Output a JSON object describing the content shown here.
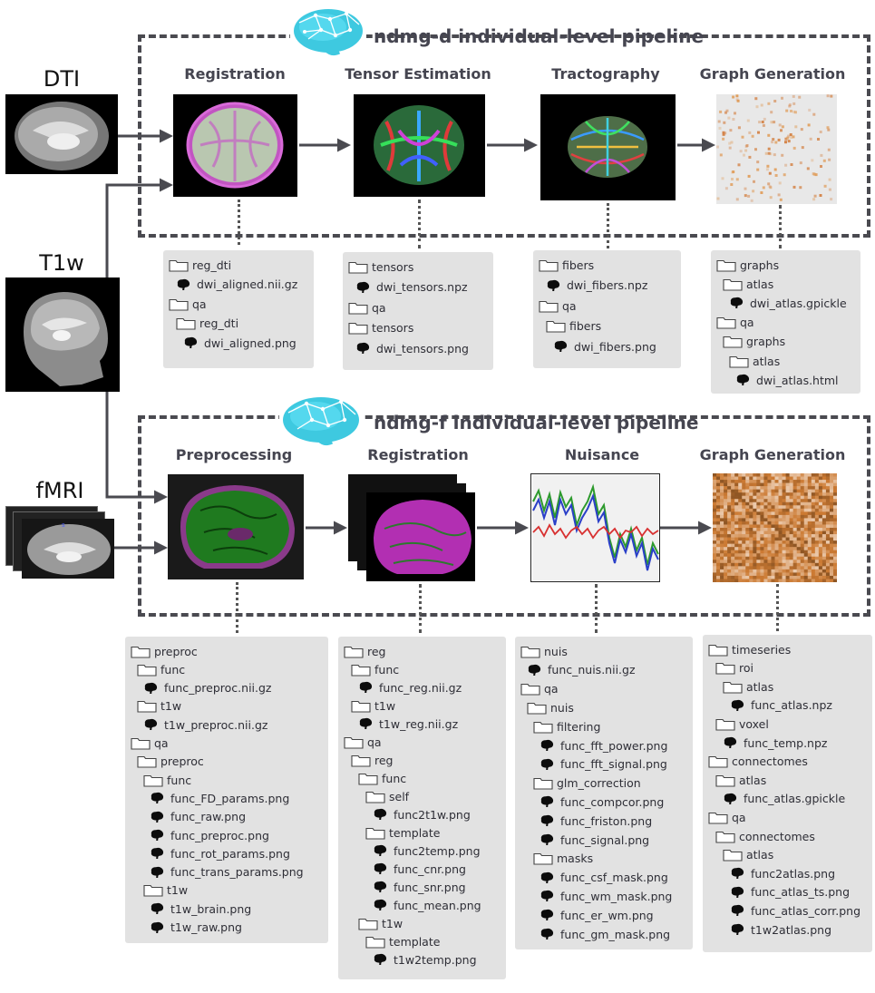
{
  "inputs": {
    "dti": "DTI",
    "t1w": "T1w",
    "fmri": "fMRI"
  },
  "ndmg_d": {
    "title": "ndmg-d individual-level pipeline",
    "stages": [
      "Registration",
      "Tensor Estimation",
      "Tractography",
      "Graph Generation"
    ],
    "panels": [
      [
        {
          "type": "folder",
          "indent": 0,
          "label": "reg_dti"
        },
        {
          "type": "file",
          "indent": 1,
          "label": "dwi_aligned.nii.gz"
        },
        {
          "type": "folder",
          "indent": 0,
          "label": "qa"
        },
        {
          "type": "folder",
          "indent": 1,
          "label": "reg_dti"
        },
        {
          "type": "file",
          "indent": 2,
          "label": "dwi_aligned.png"
        }
      ],
      [
        {
          "type": "folder",
          "indent": 0,
          "label": "tensors"
        },
        {
          "type": "file",
          "indent": 1,
          "label": "dwi_tensors.npz"
        },
        {
          "type": "folder",
          "indent": 0,
          "label": "qa"
        },
        {
          "type": "folder",
          "indent": 0,
          "label": "tensors"
        },
        {
          "type": "file",
          "indent": 1,
          "label": "dwi_tensors.png"
        }
      ],
      [
        {
          "type": "folder",
          "indent": 0,
          "label": "fibers"
        },
        {
          "type": "file",
          "indent": 1,
          "label": "dwi_fibers.npz"
        },
        {
          "type": "folder",
          "indent": 0,
          "label": "qa"
        },
        {
          "type": "folder",
          "indent": 1,
          "label": "fibers"
        },
        {
          "type": "file",
          "indent": 2,
          "label": "dwi_fibers.png"
        }
      ],
      [
        {
          "type": "folder",
          "indent": 0,
          "label": "graphs"
        },
        {
          "type": "folder",
          "indent": 1,
          "label": "atlas"
        },
        {
          "type": "file",
          "indent": 2,
          "label": "dwi_atlas.gpickle"
        },
        {
          "type": "folder",
          "indent": 0,
          "label": "qa"
        },
        {
          "type": "folder",
          "indent": 1,
          "label": "graphs"
        },
        {
          "type": "folder",
          "indent": 2,
          "label": "atlas"
        },
        {
          "type": "file",
          "indent": 3,
          "label": "dwi_atlas.html"
        }
      ]
    ]
  },
  "ndmg_f": {
    "title": "ndmg-f individual-level pipeline",
    "stages": [
      "Preprocessing",
      "Registration",
      "Nuisance",
      "Graph Generation"
    ],
    "panels": [
      [
        {
          "type": "folder",
          "indent": 0,
          "label": "preproc"
        },
        {
          "type": "folder",
          "indent": 1,
          "label": "func"
        },
        {
          "type": "file",
          "indent": 2,
          "label": "func_preproc.nii.gz"
        },
        {
          "type": "folder",
          "indent": 1,
          "label": "t1w"
        },
        {
          "type": "file",
          "indent": 2,
          "label": "t1w_preproc.nii.gz"
        },
        {
          "type": "folder",
          "indent": 0,
          "label": "qa"
        },
        {
          "type": "folder",
          "indent": 1,
          "label": "preproc"
        },
        {
          "type": "folder",
          "indent": 2,
          "label": "func"
        },
        {
          "type": "file",
          "indent": 3,
          "label": "func_FD_params.png"
        },
        {
          "type": "file",
          "indent": 3,
          "label": "func_raw.png"
        },
        {
          "type": "file",
          "indent": 3,
          "label": "func_preproc.png"
        },
        {
          "type": "file",
          "indent": 3,
          "label": "func_rot_params.png"
        },
        {
          "type": "file",
          "indent": 3,
          "label": "func_trans_params.png"
        },
        {
          "type": "folder",
          "indent": 2,
          "label": "t1w"
        },
        {
          "type": "file",
          "indent": 3,
          "label": "t1w_brain.png"
        },
        {
          "type": "file",
          "indent": 3,
          "label": "t1w_raw.png"
        }
      ],
      [
        {
          "type": "folder",
          "indent": 0,
          "label": "reg"
        },
        {
          "type": "folder",
          "indent": 1,
          "label": "func"
        },
        {
          "type": "file",
          "indent": 2,
          "label": "func_reg.nii.gz"
        },
        {
          "type": "folder",
          "indent": 1,
          "label": "t1w"
        },
        {
          "type": "file",
          "indent": 2,
          "label": "t1w_reg.nii.gz"
        },
        {
          "type": "folder",
          "indent": 0,
          "label": "qa"
        },
        {
          "type": "folder",
          "indent": 1,
          "label": "reg"
        },
        {
          "type": "folder",
          "indent": 2,
          "label": "func"
        },
        {
          "type": "folder",
          "indent": 3,
          "label": "self"
        },
        {
          "type": "file",
          "indent": 4,
          "label": "func2t1w.png"
        },
        {
          "type": "folder",
          "indent": 3,
          "label": "template"
        },
        {
          "type": "file",
          "indent": 4,
          "label": "func2temp.png"
        },
        {
          "type": "file",
          "indent": 4,
          "label": "func_cnr.png"
        },
        {
          "type": "file",
          "indent": 4,
          "label": "func_snr.png"
        },
        {
          "type": "file",
          "indent": 4,
          "label": "func_mean.png"
        },
        {
          "type": "folder",
          "indent": 2,
          "label": "t1w"
        },
        {
          "type": "folder",
          "indent": 3,
          "label": "template"
        },
        {
          "type": "file",
          "indent": 4,
          "label": "t1w2temp.png"
        }
      ],
      [
        {
          "type": "folder",
          "indent": 0,
          "label": "nuis"
        },
        {
          "type": "file",
          "indent": 1,
          "label": "func_nuis.nii.gz"
        },
        {
          "type": "folder",
          "indent": 0,
          "label": "qa"
        },
        {
          "type": "folder",
          "indent": 1,
          "label": "nuis"
        },
        {
          "type": "folder",
          "indent": 2,
          "label": "filtering"
        },
        {
          "type": "file",
          "indent": 3,
          "label": "func_fft_power.png"
        },
        {
          "type": "file",
          "indent": 3,
          "label": "func_fft_signal.png"
        },
        {
          "type": "folder",
          "indent": 2,
          "label": "glm_correction"
        },
        {
          "type": "file",
          "indent": 3,
          "label": "func_compcor.png"
        },
        {
          "type": "file",
          "indent": 3,
          "label": "func_friston.png"
        },
        {
          "type": "file",
          "indent": 3,
          "label": "func_signal.png"
        },
        {
          "type": "folder",
          "indent": 2,
          "label": "masks"
        },
        {
          "type": "file",
          "indent": 3,
          "label": "func_csf_mask.png"
        },
        {
          "type": "file",
          "indent": 3,
          "label": "func_wm_mask.png"
        },
        {
          "type": "file",
          "indent": 3,
          "label": "func_er_wm.png"
        },
        {
          "type": "file",
          "indent": 3,
          "label": "func_gm_mask.png"
        }
      ],
      [
        {
          "type": "folder",
          "indent": 0,
          "label": "timeseries"
        },
        {
          "type": "folder",
          "indent": 1,
          "label": "roi"
        },
        {
          "type": "folder",
          "indent": 2,
          "label": "atlas"
        },
        {
          "type": "file",
          "indent": 3,
          "label": "func_atlas.npz"
        },
        {
          "type": "folder",
          "indent": 1,
          "label": "voxel"
        },
        {
          "type": "file",
          "indent": 2,
          "label": "func_temp.npz"
        },
        {
          "type": "folder",
          "indent": 0,
          "label": "connectomes"
        },
        {
          "type": "folder",
          "indent": 1,
          "label": "atlas"
        },
        {
          "type": "file",
          "indent": 2,
          "label": "func_atlas.gpickle"
        },
        {
          "type": "folder",
          "indent": 0,
          "label": "qa"
        },
        {
          "type": "folder",
          "indent": 1,
          "label": "connectomes"
        },
        {
          "type": "folder",
          "indent": 2,
          "label": "atlas"
        },
        {
          "type": "file",
          "indent": 3,
          "label": "func2atlas.png"
        },
        {
          "type": "file",
          "indent": 3,
          "label": "func_atlas_ts.png"
        },
        {
          "type": "file",
          "indent": 3,
          "label": "func_atlas_corr.png"
        },
        {
          "type": "file",
          "indent": 3,
          "label": "t1w2atlas.png"
        }
      ]
    ]
  },
  "colors": {
    "dash": "#4a4a50",
    "panel": "#e2e2e2",
    "arrow": "#4a4a50"
  },
  "icons": {
    "folder": "folder-icon",
    "file": "brain-file-icon",
    "logo": "brain-network-logo"
  }
}
